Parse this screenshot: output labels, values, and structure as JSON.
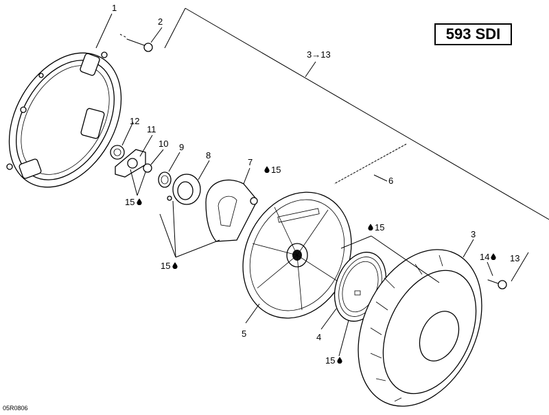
{
  "model": "593 SDI",
  "doc_ref": "05R0806",
  "callouts": {
    "c1": "1",
    "c2": "2",
    "c3": "3",
    "c3_13": "3→13",
    "c4": "4",
    "c5": "5",
    "c6": "6",
    "c7": "7",
    "c8": "8",
    "c9": "9",
    "c10": "10",
    "c11": "11",
    "c12": "12",
    "c13": "13",
    "c14": "14",
    "c15": "15"
  },
  "icons": [
    "oil-drop-icon"
  ]
}
